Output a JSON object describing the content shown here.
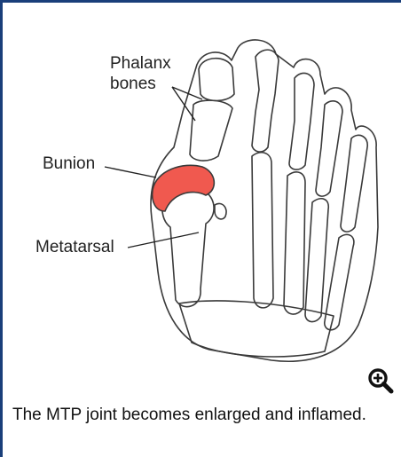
{
  "figure": {
    "labels": {
      "phalanx_line1": "Phalanx",
      "phalanx_line2": "bones",
      "bunion": "Bunion",
      "metatarsal": "Metatarsal"
    },
    "highlight_color": "#f0594f",
    "outline_color": "#3a3a3a",
    "zoom_icon": "magnify-plus-icon"
  },
  "caption": "The MTP joint becomes enlarged and inflamed."
}
